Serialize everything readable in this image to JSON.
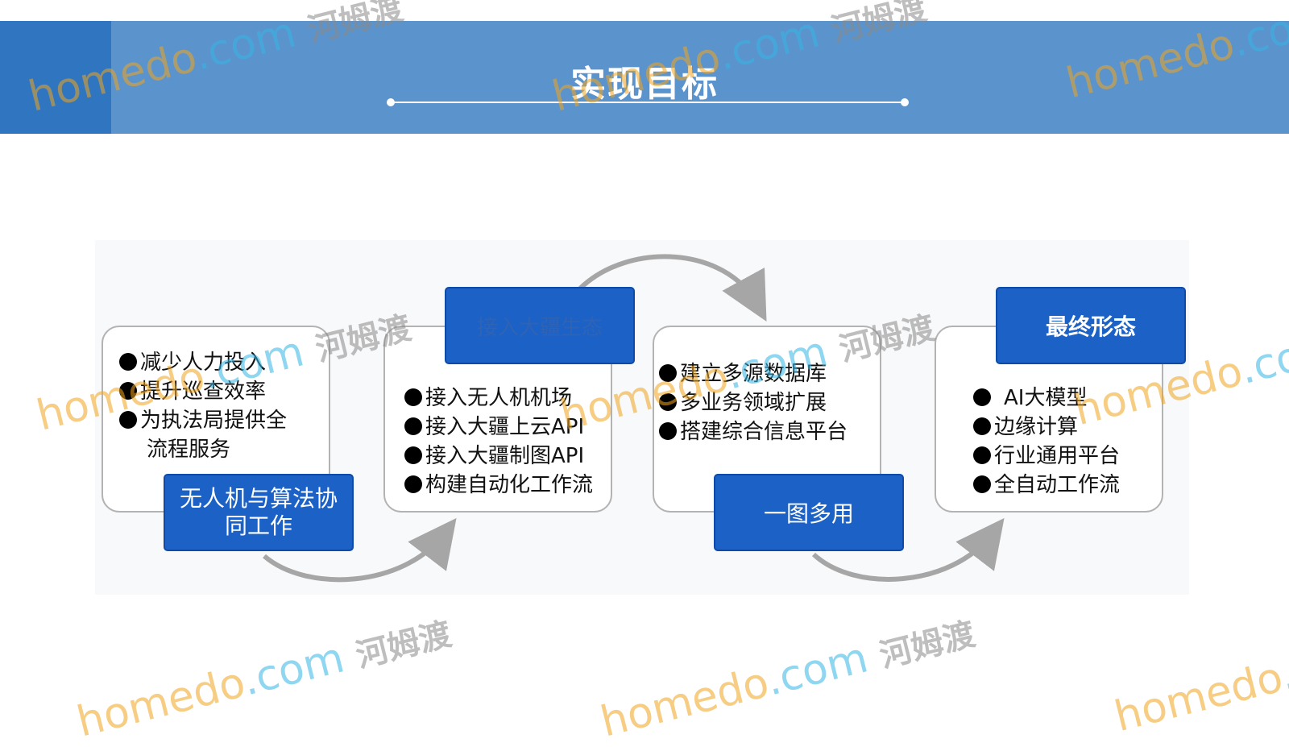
{
  "header": {
    "title": "实现目标"
  },
  "tags": {
    "t1": "无人机与算法协同工作",
    "t2": "接入大疆生态",
    "t3": "一图多用",
    "t4": "最终形态"
  },
  "cards": {
    "c1": [
      "减少人力投入",
      "提升巡查效率",
      "为执法局提供全",
      "流程服务"
    ],
    "c2": [
      "接入无人机机场",
      "接入大疆上云API",
      "接入大疆制图API",
      "构建自动化工作流"
    ],
    "c3": [
      "建立多源数据库",
      "多业务领域扩展",
      "搭建综合信息平台"
    ],
    "c4": [
      "AI大模型",
      "边缘计算",
      "行业通用平台",
      "全自动工作流"
    ]
  },
  "watermark": {
    "latin": "homedo",
    "domain": ".com",
    "cn": "河姆渡"
  },
  "colors": {
    "header": "#5b93cd",
    "header_dark": "#2f75c0",
    "tag": "#1b61c6",
    "arrow": "#a6a6a6"
  }
}
